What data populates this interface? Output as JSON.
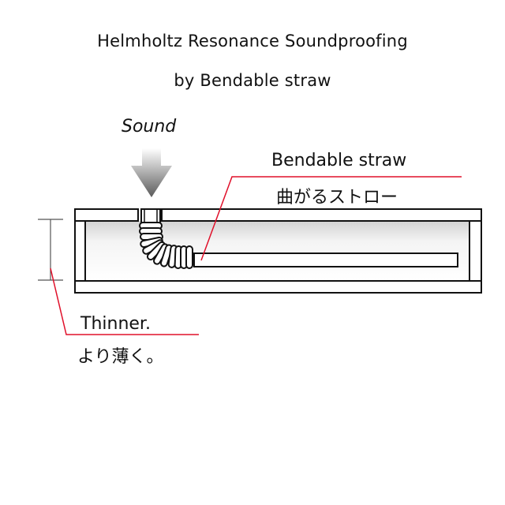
{
  "title": {
    "line1": "Helmholtz Resonance Soundproofing",
    "line2": "by Bendable straw"
  },
  "labels": {
    "sound": "Sound",
    "straw_en": "Bendable straw",
    "straw_ja": "曲がるストロー",
    "thinner_en": "Thinner.",
    "thinner_ja": "より薄く。"
  },
  "colors": {
    "leader_line": "#e0102a",
    "outline": "#111111",
    "cavity_fill": "#eeeeee",
    "arrow_fill": "#777777"
  }
}
